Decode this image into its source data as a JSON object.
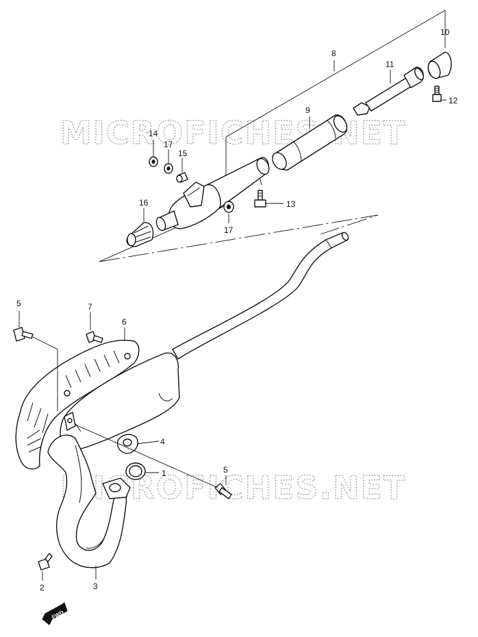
{
  "watermark": {
    "text": "MICROFICHES.NET"
  },
  "fwd_badge": "FWD",
  "part_numbers": {
    "p1": "1",
    "p2": "2",
    "p3": "3",
    "p4": "4",
    "p5a": "5",
    "p5b": "5",
    "p6": "6",
    "p7": "7",
    "p8": "8",
    "p9": "9",
    "p10": "10",
    "p11": "11",
    "p12": "12",
    "p13": "13",
    "p14": "14",
    "p15": "15",
    "p16": "16",
    "p17a": "17",
    "p17b": "17"
  }
}
